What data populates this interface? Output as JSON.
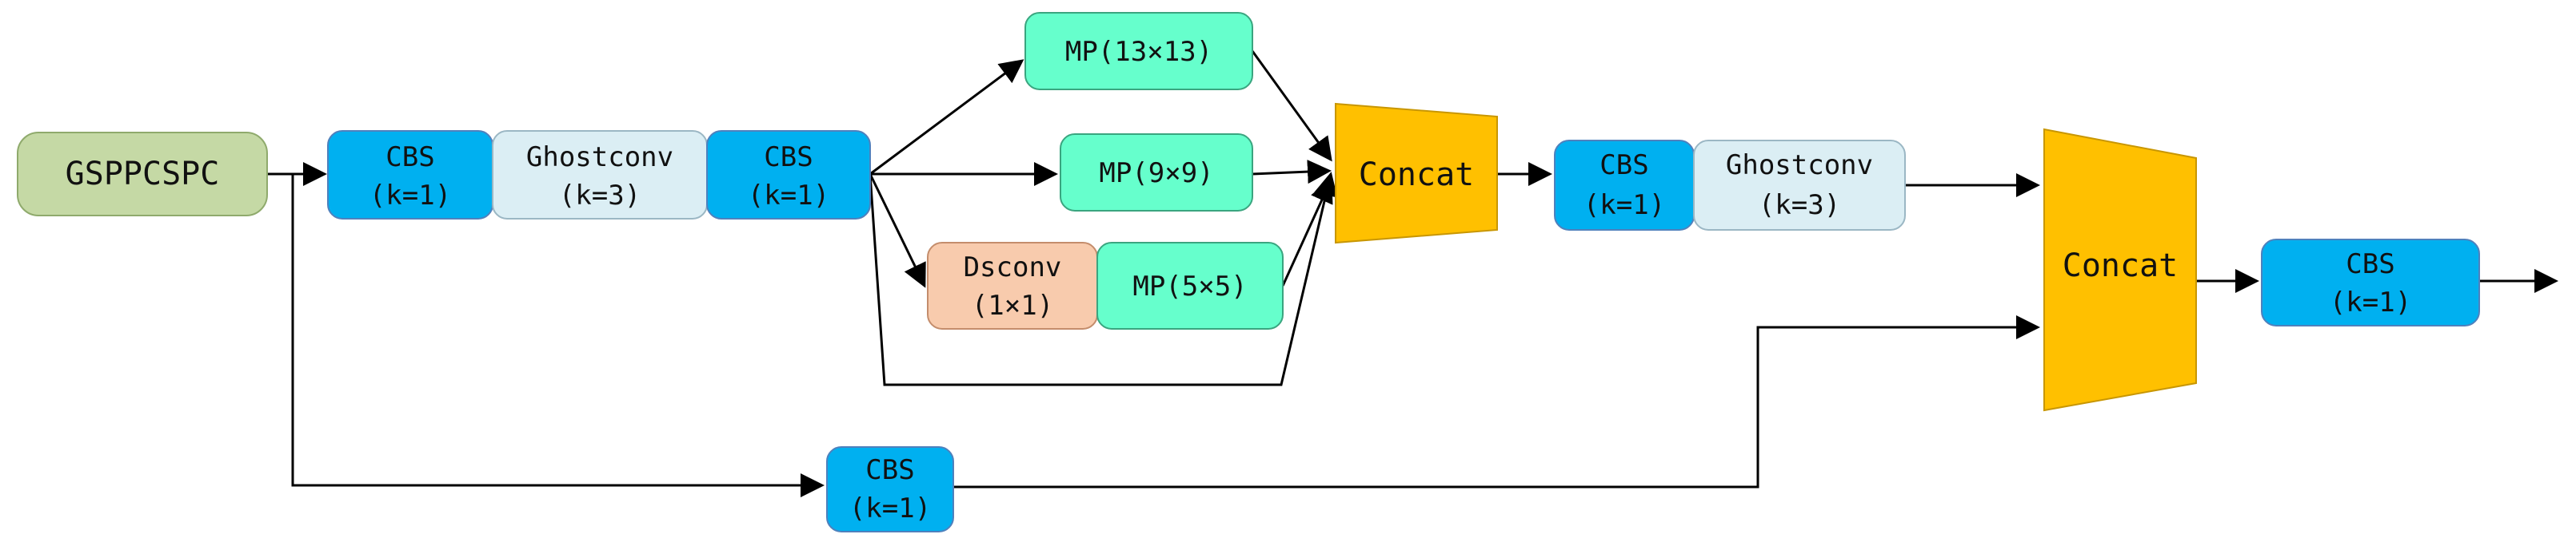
{
  "colors": {
    "input_block": "#c5d9a5",
    "cbs_block": "#00b0f0",
    "ghostconv_block": "#dbeef4",
    "mp_block": "#66ffcc",
    "dsconv_block": "#f8cbad",
    "concat_block": "#ffc000",
    "edge": "#000000"
  },
  "nodes": {
    "input": {
      "label": "GSPPCSPC"
    },
    "cbs1": {
      "line1": "CBS",
      "line2": "(k=1)"
    },
    "ghost1": {
      "line1": "Ghostconv",
      "line2": "(k=3)"
    },
    "cbs2": {
      "line1": "CBS",
      "line2": "(k=1)"
    },
    "mp13": {
      "label": "MP(13×13)"
    },
    "mp9": {
      "label": "MP(9×9)"
    },
    "dsconv": {
      "line1": "Dsconv",
      "line2": "(1×1)"
    },
    "mp5": {
      "label": "MP(5×5)"
    },
    "concat1": {
      "label": "Concat"
    },
    "cbs3": {
      "line1": "CBS",
      "line2": "(k=1)"
    },
    "ghost2": {
      "line1": "Ghostconv",
      "line2": "(k=3)"
    },
    "concat2": {
      "label": "Concat"
    },
    "cbs_out": {
      "line1": "CBS",
      "line2": "(k=1)"
    },
    "cbs_bottom": {
      "line1": "CBS",
      "line2": "(k=1)"
    }
  }
}
